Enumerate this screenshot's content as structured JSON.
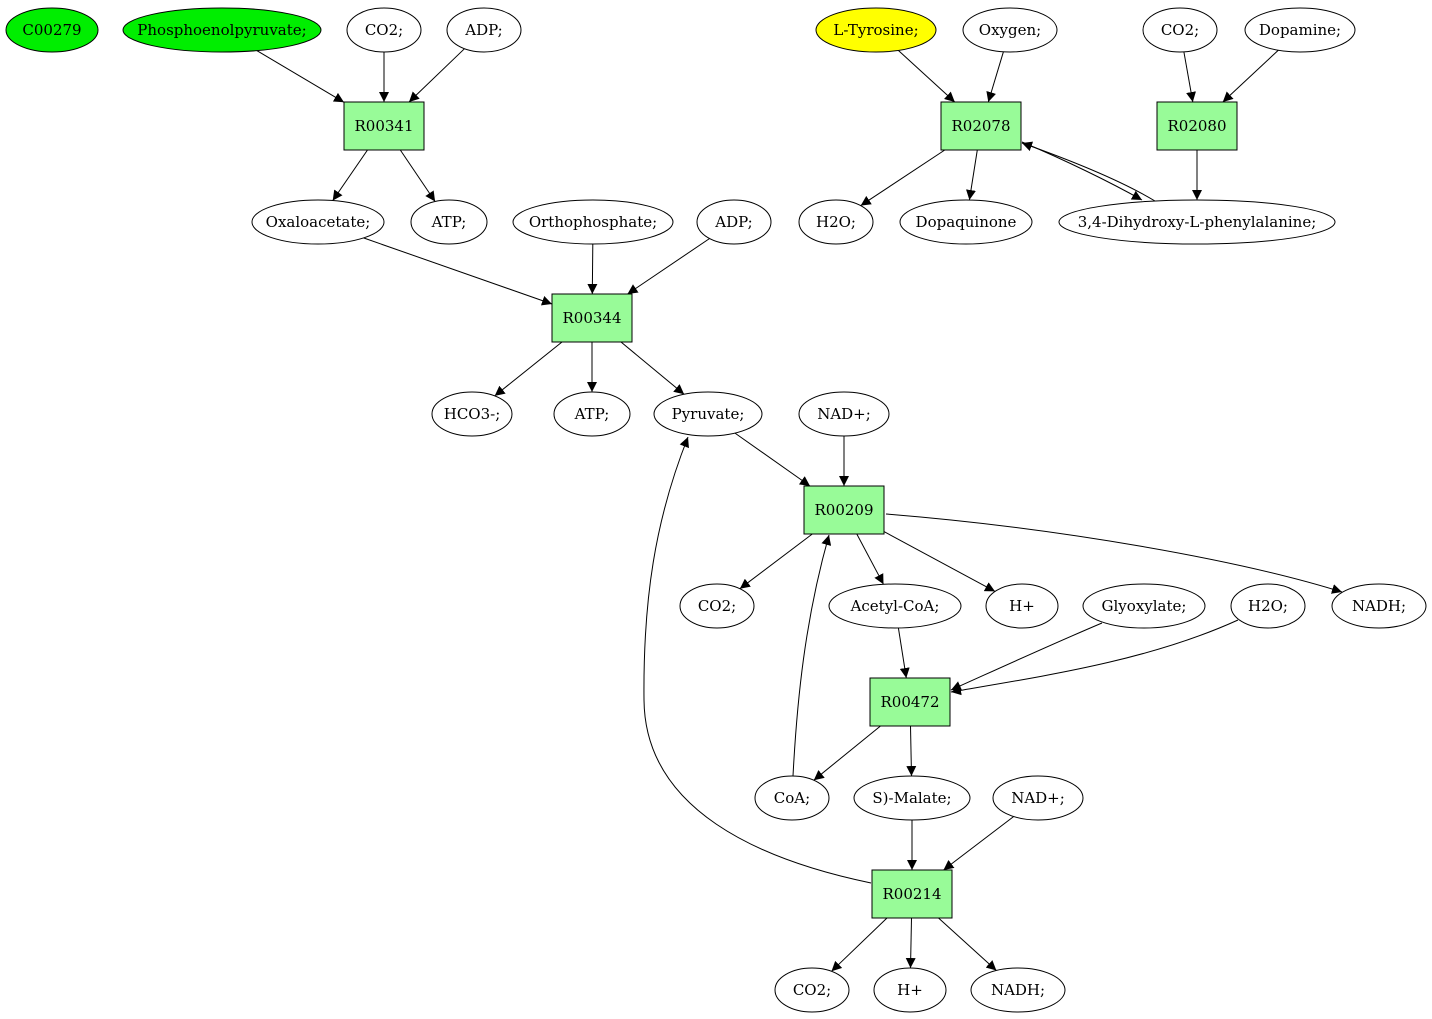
{
  "colors": {
    "reaction_fill": "#98fb98",
    "compound_fill": "#ffffff",
    "highlight_green": "#00ee00",
    "highlight_yellow": "#ffff00",
    "stroke": "#000000"
  },
  "nodes": [
    {
      "id": "c00279",
      "kind": "compound",
      "label": "C00279",
      "fill": "green"
    },
    {
      "id": "pep",
      "kind": "compound",
      "label": "Phosphoenolpyruvate;",
      "fill": "green"
    },
    {
      "id": "co2_a",
      "kind": "compound",
      "label": "CO2;"
    },
    {
      "id": "adp_a",
      "kind": "compound",
      "label": "ADP;"
    },
    {
      "id": "tyr",
      "kind": "compound",
      "label": "L-Tyrosine;",
      "fill": "yellow"
    },
    {
      "id": "oxy",
      "kind": "compound",
      "label": "Oxygen;"
    },
    {
      "id": "co2_b",
      "kind": "compound",
      "label": "CO2;"
    },
    {
      "id": "dopamine",
      "kind": "compound",
      "label": "Dopamine;"
    },
    {
      "id": "R00341",
      "kind": "reaction",
      "label": "R00341"
    },
    {
      "id": "R02078",
      "kind": "reaction",
      "label": "R02078"
    },
    {
      "id": "R02080",
      "kind": "reaction",
      "label": "R02080"
    },
    {
      "id": "oaa",
      "kind": "compound",
      "label": "Oxaloacetate;"
    },
    {
      "id": "atp_a",
      "kind": "compound",
      "label": "ATP;"
    },
    {
      "id": "pi",
      "kind": "compound",
      "label": "Orthophosphate;"
    },
    {
      "id": "adp_b",
      "kind": "compound",
      "label": "ADP;"
    },
    {
      "id": "h2o_a",
      "kind": "compound",
      "label": "H2O;"
    },
    {
      "id": "dopaq",
      "kind": "compound",
      "label": "Dopaquinone"
    },
    {
      "id": "ldopa",
      "kind": "compound",
      "label": "3,4-Dihydroxy-L-phenylalanine;"
    },
    {
      "id": "R00344",
      "kind": "reaction",
      "label": "R00344"
    },
    {
      "id": "hco3",
      "kind": "compound",
      "label": "HCO3-;"
    },
    {
      "id": "atp_b",
      "kind": "compound",
      "label": "ATP;"
    },
    {
      "id": "pyr",
      "kind": "compound",
      "label": "Pyruvate;"
    },
    {
      "id": "nad_a",
      "kind": "compound",
      "label": "NAD+;"
    },
    {
      "id": "R00209",
      "kind": "reaction",
      "label": "R00209"
    },
    {
      "id": "co2_c",
      "kind": "compound",
      "label": "CO2;"
    },
    {
      "id": "accoa",
      "kind": "compound",
      "label": "Acetyl-CoA;"
    },
    {
      "id": "h_a",
      "kind": "compound",
      "label": "H+"
    },
    {
      "id": "glyox",
      "kind": "compound",
      "label": "Glyoxylate;"
    },
    {
      "id": "h2o_b",
      "kind": "compound",
      "label": "H2O;"
    },
    {
      "id": "nadh_a",
      "kind": "compound",
      "label": "NADH;"
    },
    {
      "id": "R00472",
      "kind": "reaction",
      "label": "R00472"
    },
    {
      "id": "coa",
      "kind": "compound",
      "label": "CoA;"
    },
    {
      "id": "malate",
      "kind": "compound",
      "label": "S)-Malate;"
    },
    {
      "id": "nad_b",
      "kind": "compound",
      "label": "NAD+;"
    },
    {
      "id": "R00214",
      "kind": "reaction",
      "label": "R00214"
    },
    {
      "id": "co2_d",
      "kind": "compound",
      "label": "CO2;"
    },
    {
      "id": "h_b",
      "kind": "compound",
      "label": "H+"
    },
    {
      "id": "nadh_b",
      "kind": "compound",
      "label": "NADH;"
    }
  ],
  "edges": [
    {
      "from": "pep",
      "to": "R00341"
    },
    {
      "from": "co2_a",
      "to": "R00341"
    },
    {
      "from": "adp_a",
      "to": "R00341"
    },
    {
      "from": "R00341",
      "to": "oaa"
    },
    {
      "from": "R00341",
      "to": "atp_a"
    },
    {
      "from": "tyr",
      "to": "R02078"
    },
    {
      "from": "oxy",
      "to": "R02078"
    },
    {
      "from": "R02078",
      "to": "h2o_a"
    },
    {
      "from": "R02078",
      "to": "dopaq"
    },
    {
      "from": "R02078",
      "to": "ldopa"
    },
    {
      "from": "ldopa",
      "to": "R02078"
    },
    {
      "from": "co2_b",
      "to": "R02080"
    },
    {
      "from": "dopamine",
      "to": "R02080"
    },
    {
      "from": "R02080",
      "to": "ldopa"
    },
    {
      "from": "oaa",
      "to": "R00344"
    },
    {
      "from": "pi",
      "to": "R00344"
    },
    {
      "from": "adp_b",
      "to": "R00344"
    },
    {
      "from": "R00344",
      "to": "hco3"
    },
    {
      "from": "R00344",
      "to": "atp_b"
    },
    {
      "from": "R00344",
      "to": "pyr"
    },
    {
      "from": "pyr",
      "to": "R00209"
    },
    {
      "from": "nad_a",
      "to": "R00209"
    },
    {
      "from": "coa",
      "to": "R00209"
    },
    {
      "from": "R00209",
      "to": "co2_c"
    },
    {
      "from": "R00209",
      "to": "accoa"
    },
    {
      "from": "R00209",
      "to": "h_a"
    },
    {
      "from": "R00209",
      "to": "nadh_a"
    },
    {
      "from": "accoa",
      "to": "R00472"
    },
    {
      "from": "glyox",
      "to": "R00472"
    },
    {
      "from": "h2o_b",
      "to": "R00472"
    },
    {
      "from": "R00472",
      "to": "coa"
    },
    {
      "from": "R00472",
      "to": "malate"
    },
    {
      "from": "malate",
      "to": "R00214"
    },
    {
      "from": "nad_b",
      "to": "R00214"
    },
    {
      "from": "R00214",
      "to": "pyr"
    },
    {
      "from": "R00214",
      "to": "co2_d"
    },
    {
      "from": "R00214",
      "to": "h_b"
    },
    {
      "from": "R00214",
      "to": "nadh_b"
    }
  ]
}
